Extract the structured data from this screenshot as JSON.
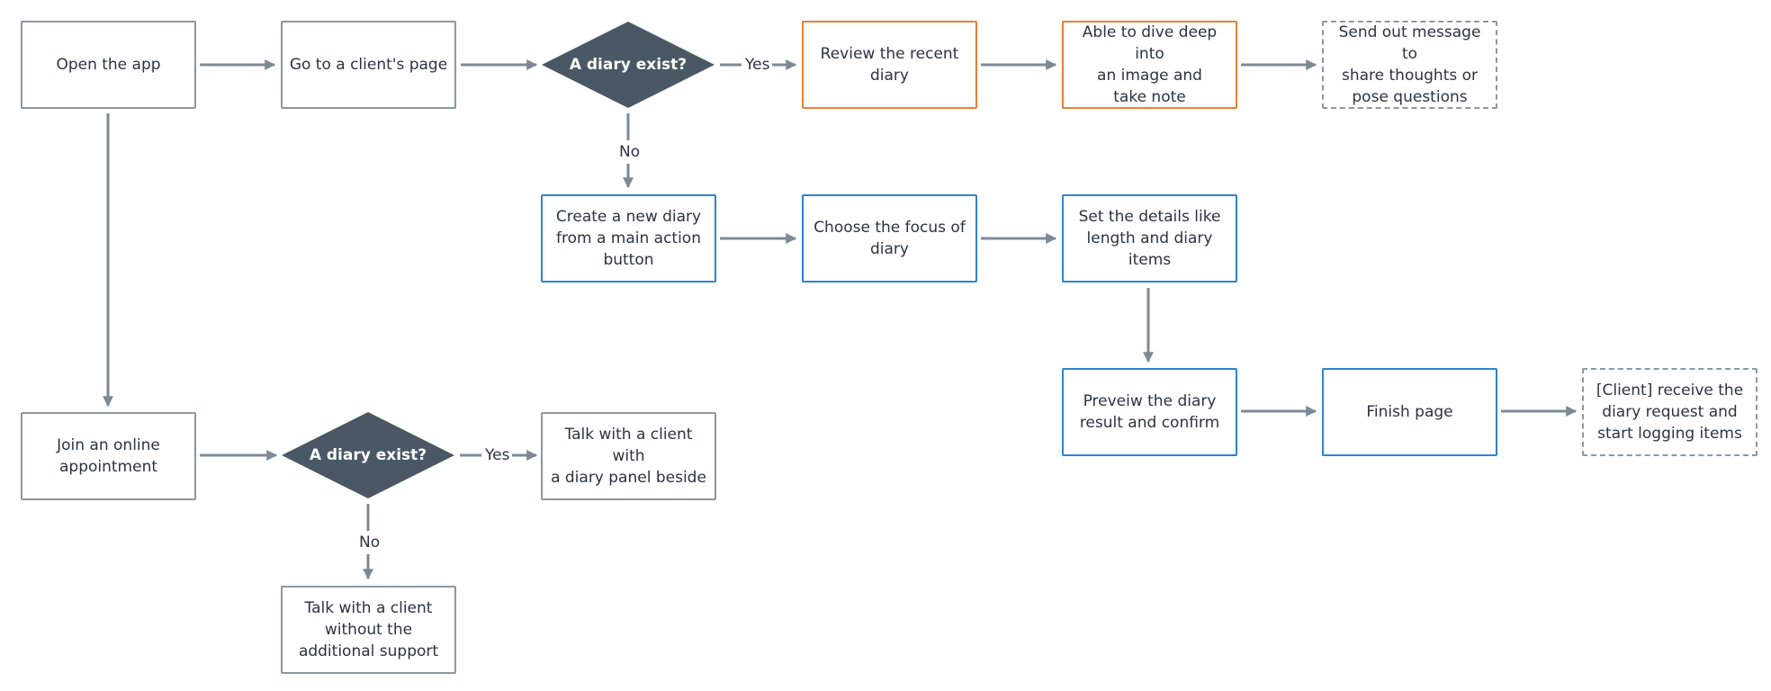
{
  "colors": {
    "connector": "#7d8a96",
    "decision_fill": "#4a5866",
    "border_gray": "#8b97a3",
    "border_blue": "#2d84d0",
    "border_orange": "#ec7f33"
  },
  "nodes": {
    "open_app": "Open the app",
    "client_page": "Go to a client's page",
    "decision_top": "A diary exist?",
    "review_diary": "Review the recent\ndiary",
    "dive_deep": "Able to dive deep into\nan image and\ntake note",
    "send_message": "Send out message to\nshare thoughts or\npose questions",
    "create_diary": "Create a new diary\nfrom a main action\nbutton",
    "choose_focus": "Choose the focus of\ndiary",
    "set_details": "Set the details like\nlength and diary\nitems",
    "preview": "Preveiw the diary\nresult and confirm",
    "finish": "Finish page",
    "client_receive": "[Client] receive the\ndiary request and\nstart logging items",
    "join_appointment": "Join an online\nappointment",
    "decision_bottom": "A diary exist?",
    "talk_with_panel": "Talk with a client with\na diary panel beside",
    "talk_without": "Talk with a client\nwithout the\nadditional support"
  },
  "edge_labels": {
    "top_yes": "Yes",
    "top_no": "No",
    "bottom_yes": "Yes",
    "bottom_no": "No"
  }
}
